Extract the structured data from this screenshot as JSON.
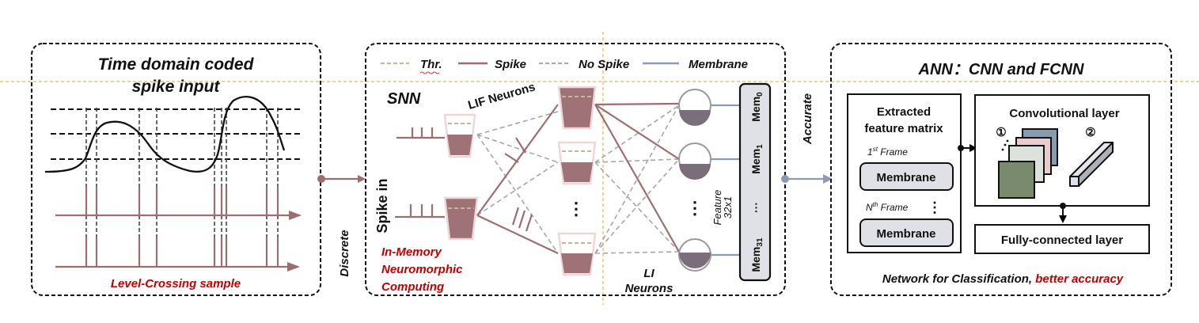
{
  "colors": {
    "spike": "#9b6f72",
    "spike_fill": "#9e7276",
    "cup_rim": "#f0d6d6",
    "threshold": "#c8b49a",
    "no_spike": "#a6a6a6",
    "membrane": "#8c9bb3",
    "red_text": "#c00000",
    "guide": "#f5b041",
    "li_fill": "#7a6e7a",
    "mem_box": "#dfe1e6",
    "fmap1": "#8a9aaf",
    "fmap2": "#e8ccd0",
    "fmap3": "#dde3dc",
    "fmap4": "#7a8a6c"
  },
  "panel_input": {
    "title_line1": "Time domain coded",
    "title_line2": "spike input",
    "caption": "Level-Crossing sample"
  },
  "connector_left": {
    "label": "Discrete"
  },
  "panel_snn": {
    "legend": [
      {
        "label": "Thr.",
        "style": "threshold"
      },
      {
        "label": "Spike",
        "style": "spike"
      },
      {
        "label": "No Spike",
        "style": "no_spike"
      },
      {
        "label": "Membrane",
        "style": "membrane"
      }
    ],
    "title": "SNN",
    "spike_in_label": "Spike in",
    "lif_label": "LIF Neurons",
    "li_label_line1": "LI",
    "li_label_line2": "Neurons",
    "caption_line1": "In-Memory",
    "caption_line2": "Neuromorphic",
    "caption_line3": "Computing",
    "feature_label_line1": "Feature",
    "feature_label_line2": "32x1",
    "mem_entries": [
      {
        "base": "Mem",
        "sub": "0"
      },
      {
        "base": "Mem",
        "sub": "1"
      },
      {
        "base": "···",
        "sub": ""
      },
      {
        "base": "Mem",
        "sub": "31"
      }
    ],
    "ellipsis": "⋮"
  },
  "connector_right": {
    "label": "Accurate"
  },
  "panel_ann": {
    "title": "ANN：CNN and FCNN",
    "feature_box_title_line1": "Extracted",
    "feature_box_title_line2": "feature matrix",
    "frame1_label": "1",
    "frame1_sup": "st",
    "frame1_suffix": " Frame",
    "frameN_label": "N",
    "frameN_sup": "th",
    "frameN_suffix": " Frame",
    "membrane_label": "Membrane",
    "conv_title": "Convolutional layer",
    "step1": "①",
    "step2": "②",
    "fc_title": "Fully-connected layer",
    "caption_black": "Network for Classification, ",
    "caption_red": "better accuracy"
  }
}
